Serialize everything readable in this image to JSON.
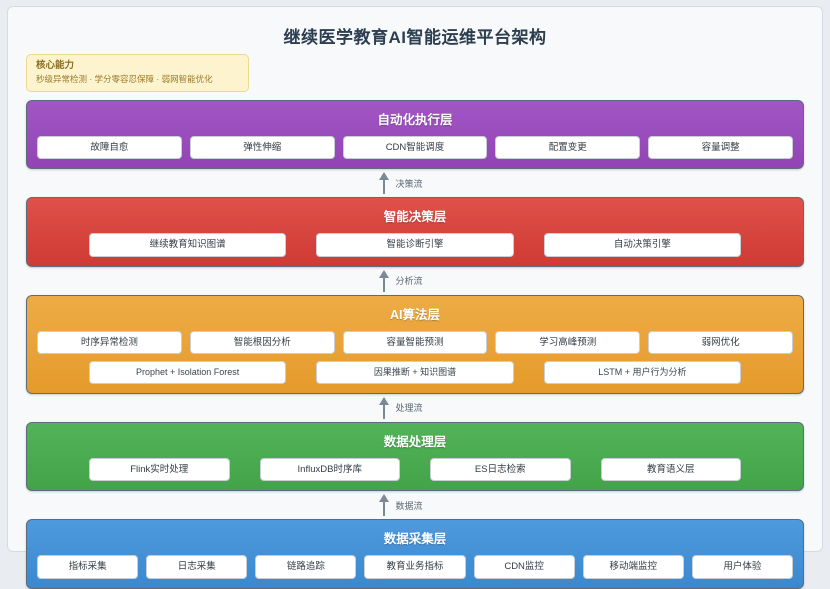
{
  "page": {
    "title": "继续医学教育AI智能运维平台架构",
    "background_color": "#e9edf2",
    "title_color": "#2c3e50"
  },
  "capability": {
    "heading": "核心能力",
    "description": "秒级异常检测 · 学分零容忍保障 · 弱网智能优化",
    "background_color": "#fdf3cf",
    "border_color": "#ecd98b"
  },
  "layers": [
    {
      "id": "automation",
      "name": "自动化执行层",
      "color": "#9b4fbd",
      "items": [
        "故障自愈",
        "弹性伸缩",
        "CDN智能调度",
        "配置变更",
        "容量调整"
      ],
      "sub_items": []
    },
    {
      "id": "decision",
      "name": "智能决策层",
      "color": "#d9453f",
      "items": [
        "继续教育知识图谱",
        "智能诊断引擎",
        "自动决策引擎"
      ],
      "sub_items": []
    },
    {
      "id": "ai-algorithm",
      "name": "AI算法层",
      "color": "#e8a33d",
      "items": [
        "时序异常检测",
        "智能根因分析",
        "容量智能预测",
        "学习高峰预测",
        "弱网优化"
      ],
      "sub_items": [
        "Prophet + Isolation Forest",
        "因果推断 + 知识图谱",
        "LSTM + 用户行为分析"
      ]
    },
    {
      "id": "data-processing",
      "name": "数据处理层",
      "color": "#4caf50",
      "items": [
        "Flink实时处理",
        "InfluxDB时序库",
        "ES日志检索",
        "教育语义层"
      ],
      "sub_items": []
    },
    {
      "id": "data-collection",
      "name": "数据采集层",
      "color": "#3d8fd6",
      "items": [
        "指标采集",
        "日志采集",
        "链路追踪",
        "教育业务指标",
        "CDN监控",
        "移动端监控",
        "用户体验"
      ],
      "sub_items": []
    }
  ],
  "connectors": [
    {
      "id": "decision-flow",
      "label": "决策流"
    },
    {
      "id": "analysis-flow",
      "label": "分析流"
    },
    {
      "id": "processing-flow",
      "label": "处理流"
    },
    {
      "id": "data-flow",
      "label": "数据流"
    }
  ]
}
